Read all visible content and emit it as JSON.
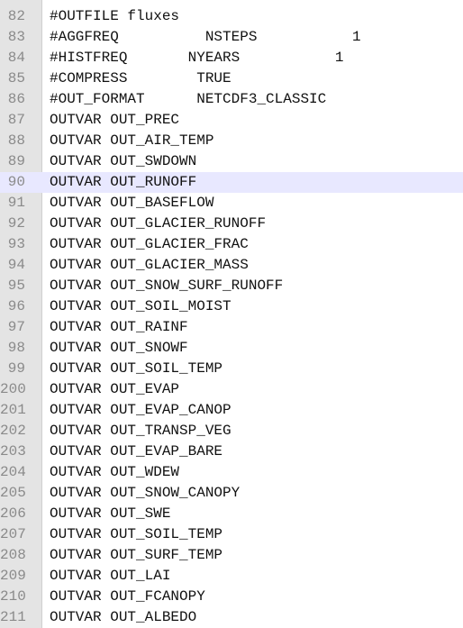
{
  "editor": {
    "lines": [
      {
        "num": "82",
        "text": "#OUTFILE fluxes"
      },
      {
        "num": "83",
        "text": "#AGGFREQ          NSTEPS           1"
      },
      {
        "num": "84",
        "text": "#HISTFREQ       NYEARS           1"
      },
      {
        "num": "85",
        "text": "#COMPRESS        TRUE"
      },
      {
        "num": "86",
        "text": "#OUT_FORMAT      NETCDF3_CLASSIC"
      },
      {
        "num": "87",
        "text": "OUTVAR OUT_PREC"
      },
      {
        "num": "88",
        "text": "OUTVAR OUT_AIR_TEMP"
      },
      {
        "num": "89",
        "text": "OUTVAR OUT_SWDOWN"
      },
      {
        "num": "90",
        "text": "OUTVAR OUT_RUNOFF"
      },
      {
        "num": "91",
        "text": "OUTVAR OUT_BASEFLOW"
      },
      {
        "num": "92",
        "text": "OUTVAR OUT_GLACIER_RUNOFF"
      },
      {
        "num": "93",
        "text": "OUTVAR OUT_GLACIER_FRAC"
      },
      {
        "num": "94",
        "text": "OUTVAR OUT_GLACIER_MASS"
      },
      {
        "num": "95",
        "text": "OUTVAR OUT_SNOW_SURF_RUNOFF"
      },
      {
        "num": "96",
        "text": "OUTVAR OUT_SOIL_MOIST"
      },
      {
        "num": "97",
        "text": "OUTVAR OUT_RAINF"
      },
      {
        "num": "98",
        "text": "OUTVAR OUT_SNOWF"
      },
      {
        "num": "99",
        "text": "OUTVAR OUT_SOIL_TEMP"
      },
      {
        "num": "200",
        "text": "OUTVAR OUT_EVAP"
      },
      {
        "num": "201",
        "text": "OUTVAR OUT_EVAP_CANOP"
      },
      {
        "num": "202",
        "text": "OUTVAR OUT_TRANSP_VEG"
      },
      {
        "num": "203",
        "text": "OUTVAR OUT_EVAP_BARE"
      },
      {
        "num": "204",
        "text": "OUTVAR OUT_WDEW"
      },
      {
        "num": "205",
        "text": "OUTVAR OUT_SNOW_CANOPY"
      },
      {
        "num": "206",
        "text": "OUTVAR OUT_SWE"
      },
      {
        "num": "207",
        "text": "OUTVAR OUT_SOIL_TEMP"
      },
      {
        "num": "208",
        "text": "OUTVAR OUT_SURF_TEMP"
      },
      {
        "num": "209",
        "text": "OUTVAR OUT_LAI"
      },
      {
        "num": "210",
        "text": "OUTVAR OUT_FCANOPY"
      },
      {
        "num": "211",
        "text": "OUTVAR OUT_ALBEDO"
      }
    ]
  }
}
